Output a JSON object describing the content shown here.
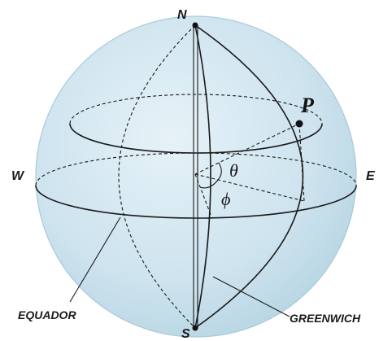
{
  "labels": {
    "north": "N",
    "south": "S",
    "west": "W",
    "east": "E",
    "point": "P",
    "theta": "θ",
    "phi": "ϕ",
    "equator": "EQUADOR",
    "greenwich": "GREENWICH"
  },
  "colors": {
    "sphere_fill": "#c9e2ee",
    "sphere_edge": "#a9cadb",
    "line": "#1a1a1a"
  }
}
